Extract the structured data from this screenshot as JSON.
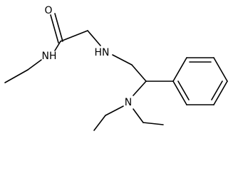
{
  "molecule": {
    "atoms": {
      "oxygen": "O",
      "amide_nh": "NH",
      "amine_hn": "HN",
      "tertiary_n": "N"
    },
    "colors": {
      "bond": "#000000",
      "label": "#000000",
      "background": "#ffffff"
    }
  }
}
